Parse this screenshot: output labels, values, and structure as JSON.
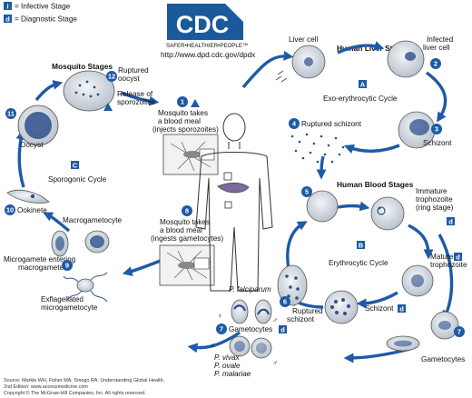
{
  "legend": {
    "infective_letter": "i",
    "infective_text": "= Infective Stage",
    "diagnostic_letter": "d",
    "diagnostic_text": "= Diagnostic Stage"
  },
  "cdc": {
    "logo": "CDC",
    "tagline": "SAFER•HEALTHIER•PEOPLE™",
    "url": "http://www.dpd.cdc.gov/dpdx"
  },
  "sections": {
    "mosquito_stages": "Mosquito Stages",
    "liver_stages": "Human Liver Stages",
    "blood_stages": "Human Blood Stages"
  },
  "cycles": {
    "a_letter": "A",
    "a_text": "Exo-erythrocytic Cycle",
    "b_letter": "B",
    "b_text": "Erythrocytic Cycle",
    "c_letter": "C",
    "c_text": "Sporogonic Cycle"
  },
  "steps": {
    "s1_num": "1",
    "s1_line1": "Mosquito takes",
    "s1_line2": "a blood meal",
    "s1_line3": "(injects sporozoites)",
    "s2_num": "2",
    "s2_line1": "Infected",
    "s2_line2": "liver cell",
    "liver_cell": "Liver cell",
    "s3_num": "3",
    "s3_label": "Schizont",
    "s4_num": "4",
    "s4_label": "Ruptured schizont",
    "s5_num": "5",
    "immature_line1": "Immature",
    "immature_line2": "trophozoite",
    "immature_line3": "(ring stage)",
    "mature_line1": "Mature",
    "mature_line2": "trophozoite",
    "schizont_blood": "Schizont",
    "s6_num": "6",
    "s6_line1": "Ruptured",
    "s6_line2": "schizont",
    "s7_num": "7",
    "gametocytes": "Gametocytes",
    "gametocytes_bottom": "Gametocytes",
    "pf": "P. falciparum",
    "pv": "P. vivax",
    "po": "P. ovale",
    "pm": "P. malariae",
    "female": "♀",
    "male": "♂",
    "s8_num": "8",
    "s8_line1": "Mosquito takes",
    "s8_line2": "a blood meal",
    "s8_line3": "(ingests gametocytes)",
    "s9_num": "9",
    "microgamete_line1": "Microgamete entering",
    "microgamete_line2": "macrogamete",
    "macrogametocyte": "Macrogametocyte",
    "exflag_line1": "Exflagellated",
    "exflag_line2": "microgametocyte",
    "s10_num": "10",
    "ookinete": "Ookinete",
    "s11_num": "11",
    "oocyst": "Oocyst",
    "s12_num": "12",
    "ruptured_oocyst_line1": "Ruptured",
    "ruptured_oocyst_line2": "oocyst",
    "release_line1": "Release of",
    "release_line2": "sporozoites"
  },
  "footer": {
    "line1": "Source: Markle WH, Fisher MA, Smego RA: Understanding Global Health,",
    "line2": "2nd Edition: www.accessmedicine.com",
    "line3": "Copyright © The McGraw-Hill Companies, Inc. All rights reserved."
  },
  "colors": {
    "arrow": "#1f5aa6",
    "cdc_blue": "#1a5a9c",
    "cell_fill": "#dfe4ea",
    "parasite": "#2b4f8a"
  }
}
